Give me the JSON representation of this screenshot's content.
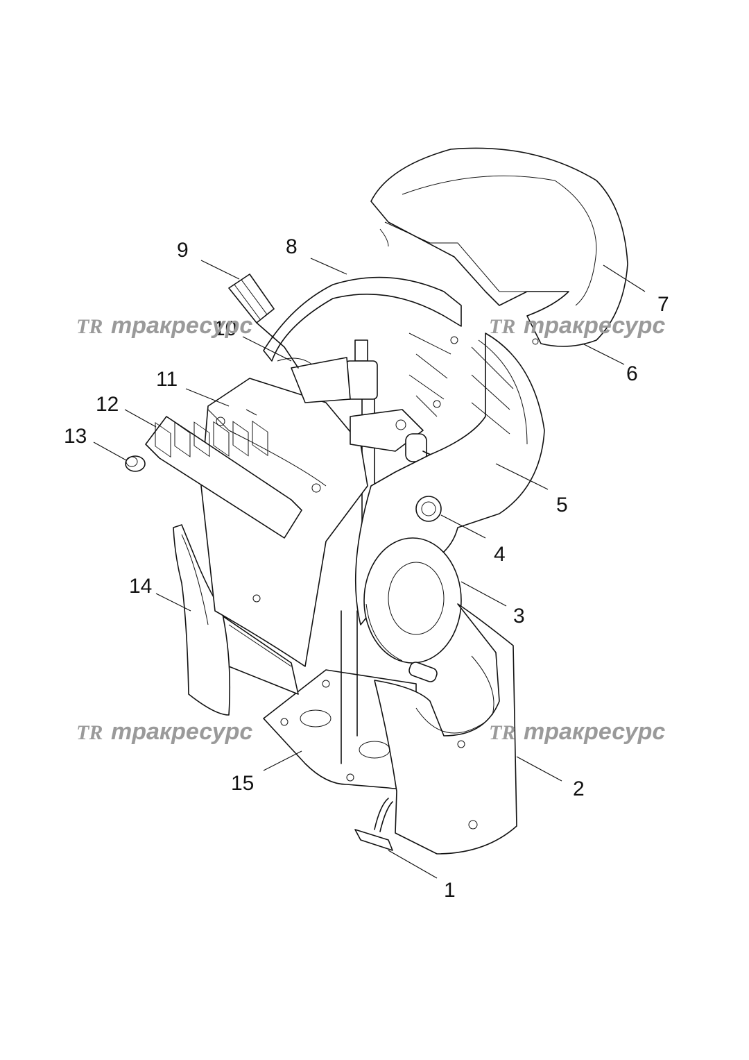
{
  "watermarks": [
    {
      "logo": "TR",
      "text": "тракресурс"
    },
    {
      "logo": "TR",
      "text": "тракресурс"
    },
    {
      "logo": "TR",
      "text": "тракресурс"
    },
    {
      "logo": "TR",
      "text": "тракресурс"
    }
  ],
  "callouts": [
    "1",
    "2",
    "3",
    "4",
    "5",
    "6",
    "7",
    "8",
    "9",
    "10",
    "11",
    "12",
    "13",
    "14",
    "15"
  ]
}
